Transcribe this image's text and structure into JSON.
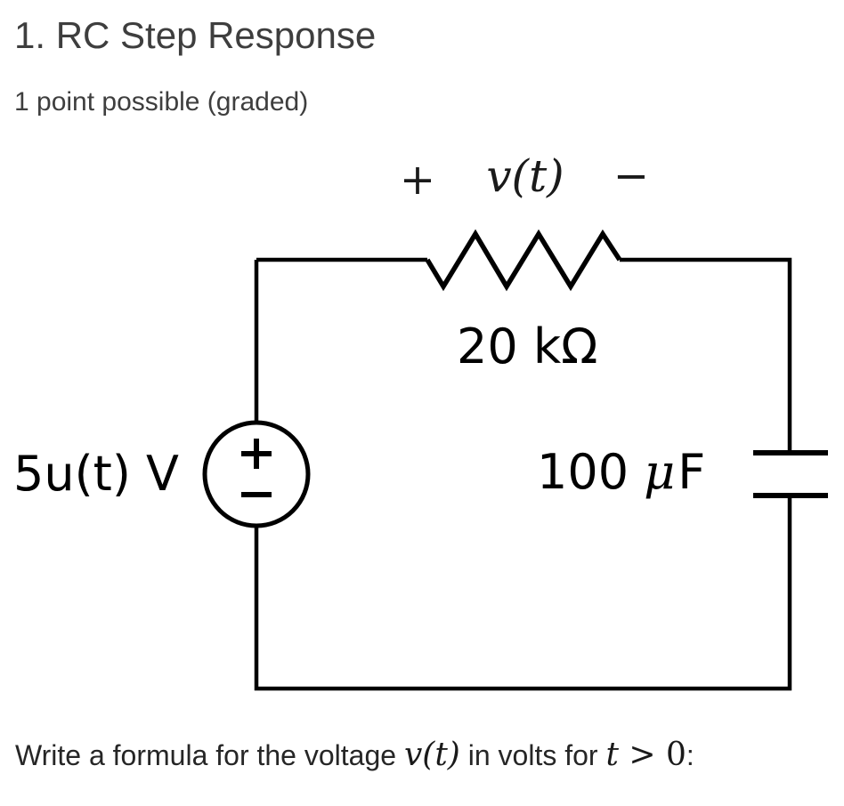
{
  "header": {
    "title": "1. RC Step Response",
    "points": "1 point possible (graded)"
  },
  "circuit": {
    "polarity_plus": "+",
    "voltage_label": "v(t)",
    "polarity_minus": "−",
    "resistor_label": "20 kΩ",
    "source_label": "5u(t) V",
    "capacitor_value": "100",
    "capacitor_mu": "μ",
    "capacitor_unit": "F"
  },
  "question": {
    "text_before": "Write a formula for the voltage ",
    "math_voltage": "v(t)",
    "text_mid": " in volts for ",
    "math_t": "t",
    "math_comparison": " > 0",
    "text_end": ":"
  },
  "colors": {
    "heading_text": "#3e3e3e",
    "question_text": "#262626",
    "circuit_stroke": "#000000",
    "background": "#ffffff"
  }
}
